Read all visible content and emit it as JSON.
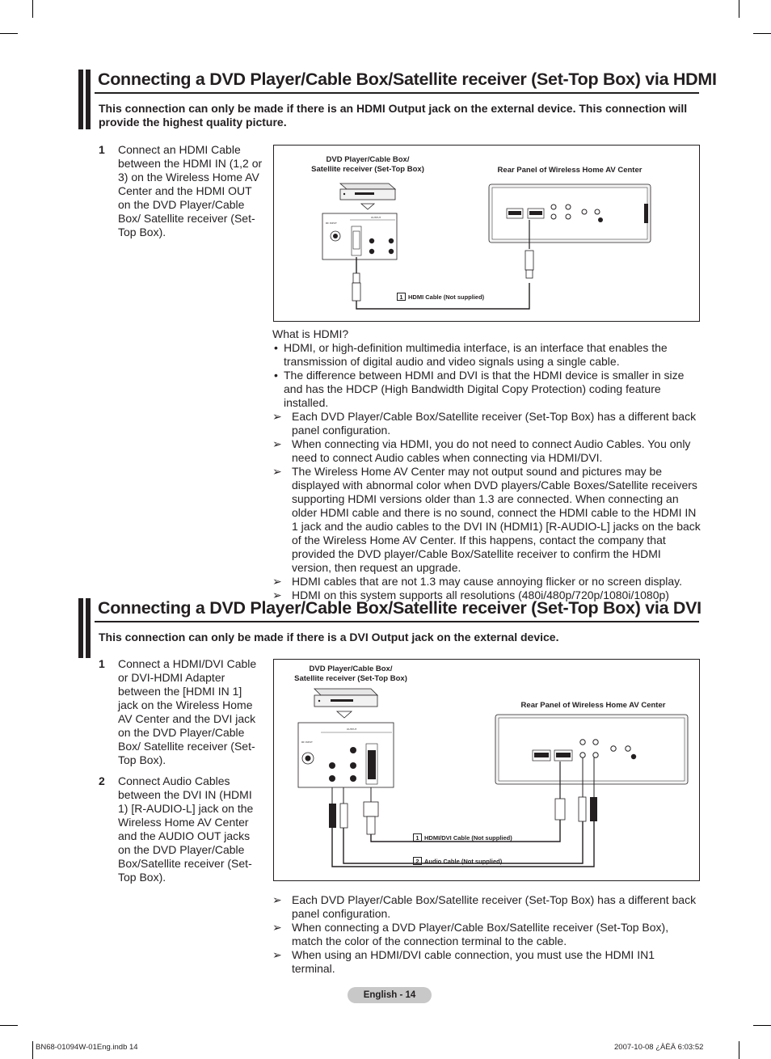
{
  "section1": {
    "title": "Connecting a DVD Player/Cable Box/Satellite receiver (Set-Top Box) via HDMI",
    "intro": "This connection can only be made if there is an HDMI Output jack on the external device. This connection will provide the highest quality picture.",
    "steps": [
      {
        "num": "1",
        "text": "Connect an HDMI Cable between the HDMI IN (1,2 or 3) on the Wireless Home AV Center and the HDMI OUT on the DVD Player/Cable Box/ Satellite receiver (Set-Top Box)."
      }
    ],
    "diagram": {
      "device_label": "DVD Player/Cable Box/\nSatellite receiver (Set-Top Box)",
      "rear_label": "Rear Panel of Wireless Home AV Center",
      "cables": [
        {
          "num": "1",
          "label": "HDMI Cable (Not supplied)"
        }
      ]
    },
    "notes_title": "What is HDMI?",
    "bullets": [
      "HDMI, or high-definition multimedia interface, is an interface that enables the transmission of digital audio and video signals using a single cable.",
      "The difference between HDMI and DVI is that the HDMI device is smaller in size and has the HDCP (High Bandwidth Digital Copy Protection) coding feature installed."
    ],
    "notes": [
      "Each DVD Player/Cable Box/Satellite receiver (Set-Top Box) has a different back panel configuration.",
      "When connecting via HDMI, you do not need to connect Audio Cables. You only need to connect Audio cables when connecting via HDMI/DVI.",
      "The Wireless Home AV Center may not output sound and pictures may be displayed with abnormal color when DVD players/Cable Boxes/Satellite receivers supporting HDMI versions older than 1.3 are connected. When connecting an older HDMI cable and there is no sound, connect the HDMI cable to the HDMI IN 1 jack and the audio cables to the DVI IN (HDMI1) [R-AUDIO-L] jacks on the back of the Wireless Home AV Center. If this happens, contact the company that provided the DVD player/Cable Box/Satellite receiver to confirm the HDMI version, then request an upgrade.",
      "HDMI cables that are not 1.3 may cause annoying flicker or no screen display.",
      "HDMI on this system supports all resolutions (480i/480p/720p/1080i/1080p)"
    ]
  },
  "section2": {
    "title": "Connecting a DVD Player/Cable Box/Satellite receiver (Set-Top Box) via DVI",
    "intro": "This connection can only be made if there is a DVI Output jack on the external device.",
    "steps": [
      {
        "num": "1",
        "text": "Connect a HDMI/DVI Cable or DVI-HDMI Adapter between the [HDMI IN 1] jack on the Wireless Home AV Center and the DVI jack on the DVD Player/Cable Box/ Satellite receiver (Set-Top Box)."
      },
      {
        "num": "2",
        "text": "Connect Audio Cables between the DVI IN (HDMI 1) [R-AUDIO-L] jack on the Wireless Home AV Center and the AUDIO OUT jacks on the DVD Player/Cable Box/Satellite receiver (Set-Top Box)."
      }
    ],
    "diagram": {
      "device_label": "DVD Player/Cable Box/\nSatellite receiver (Set-Top Box)",
      "rear_label": "Rear Panel of Wireless Home AV Center",
      "cables": [
        {
          "num": "1",
          "label": "HDMI/DVI Cable (Not supplied)"
        },
        {
          "num": "2",
          "label": "Audio Cable (Not supplied)"
        }
      ]
    },
    "notes": [
      "Each DVD Player/Cable Box/Satellite receiver (Set-Top Box) has a different back panel configuration.",
      "When connecting a DVD Player/Cable Box/Satellite receiver (Set-Top Box), match the color of the connection terminal to the cable.",
      "When using an HDMI/DVI cable connection, you must use the HDMI IN1 terminal."
    ]
  },
  "footer": {
    "page_label": "English - 14",
    "file": "BN68-01094W-01Eng.indb   14",
    "timestamp": "2007-10-08   ¿ÀÈÄ 6:03:52"
  },
  "markers": {
    "bullet": "•",
    "note": "➢"
  }
}
